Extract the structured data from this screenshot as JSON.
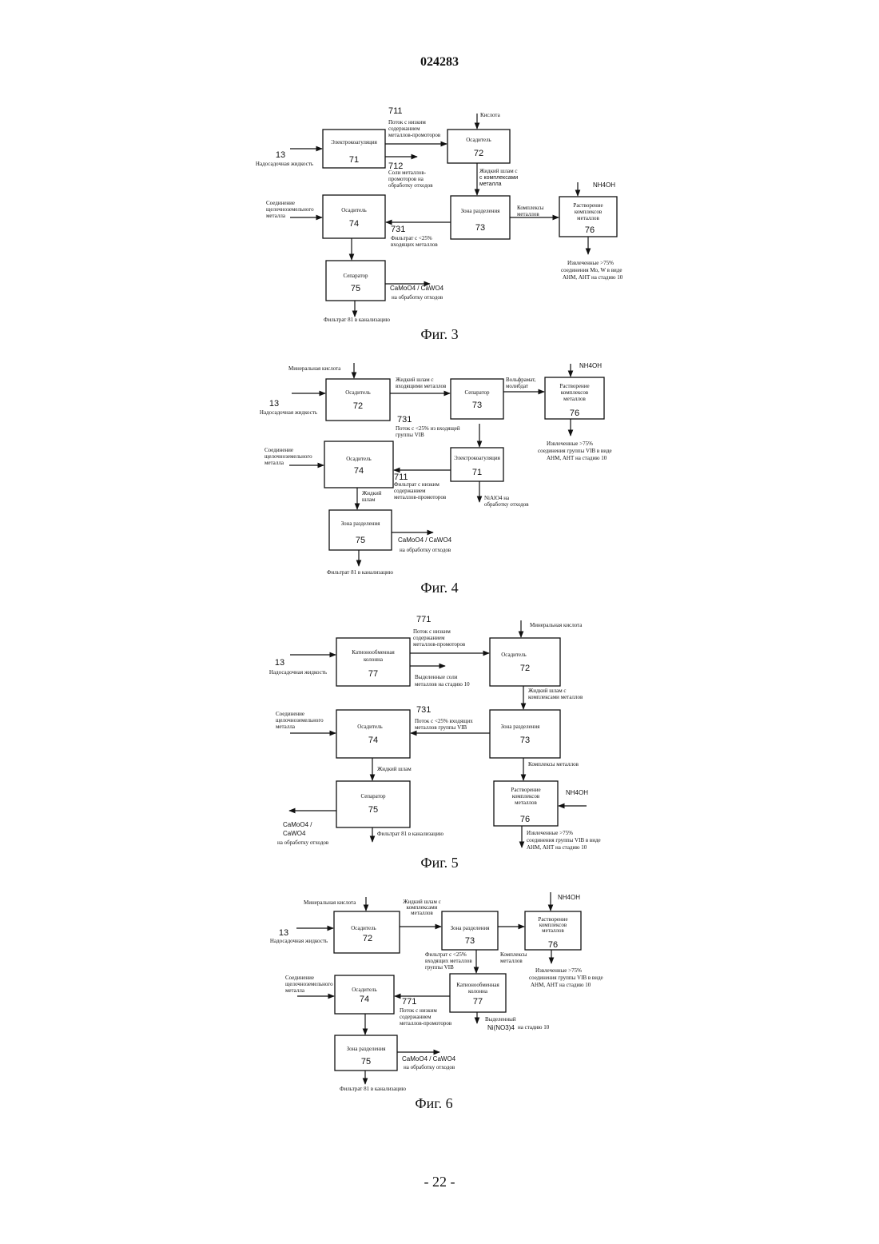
{
  "page": {
    "doc_number": "024283",
    "page_number": "- 22 -"
  },
  "fig3": {
    "caption": "Фиг. 3",
    "b71": {
      "label": "Электрокоагуляция",
      "num": "71"
    },
    "b72": {
      "label": "Осадитель",
      "num": "72"
    },
    "b73": {
      "label": "Зона разделения",
      "num": "73"
    },
    "b74": {
      "label": "Осадитель",
      "num": "74"
    },
    "b75": {
      "label": "Сепаратор",
      "num": "75"
    },
    "b76": {
      "l1": "Растворение",
      "l2": "комплексов",
      "l3": "металлов",
      "num": "76"
    },
    "in13_num": "13",
    "in13_label": "Надосадочная жидкость",
    "s711_num": "711",
    "s711_l1": "Поток с низким",
    "s711_l2": "содержанием",
    "s711_l3": "металлов-промоторов",
    "s712_num": "712",
    "s712_l1": "Соли металлов-",
    "s712_l2": "промоторов на",
    "s712_l3": "обработку отходов",
    "acid": "Кислота",
    "slurry_l1": "Жидкий шлам с",
    "slurry_l2": "с комплексами",
    "slurry_l3": "металла",
    "complex_l1": "Комплексы",
    "complex_l2": "металлов",
    "nh4oh": "NH4OH",
    "alk_l1": "Соединение",
    "alk_l2": "щелочноземельного",
    "alk_l3": "металла",
    "s731_num": "731",
    "s731_l1": "Фильтрат с <25%",
    "s731_l2": "входящих металлов",
    "rec_l1": "Извлеченные   >75%",
    "rec_l2": "соединения Mo, W в виде",
    "rec_l3": "АНМ, АНТ на стадию 10",
    "out_l1": "CaMoO4 / CaWO4",
    "out_l2": "на обработку отходов",
    "filtrate": "Фильтрат 81 в канализацию"
  },
  "fig4": {
    "caption": "Фиг. 4",
    "b72": {
      "label": "Осадитель",
      "num": "72"
    },
    "b73": {
      "label": "Сепаратор",
      "num": "73"
    },
    "b76": {
      "l1": "Растворение",
      "l2": "комплексов",
      "l3": "металлов",
      "num": "76"
    },
    "b74": {
      "label": "Осадитель",
      "num": "74"
    },
    "b71": {
      "label": "Электрокоагуляция",
      "num": "71"
    },
    "b75": {
      "label": "Зона разделения",
      "num": "75"
    },
    "acid": "Минеральная кислота",
    "in13_num": "13",
    "in13_label": "Надосадочная жидкость",
    "slurry_l1": "Жидкий шлам с",
    "slurry_l2": "входящими металлов",
    "tung_l1": "Вольфрамат,",
    "tung_l2": "молибдат",
    "nh4oh": "NH4OH",
    "s731_num": "731",
    "s731_l1": "Поток с <25% из входящей",
    "s731_l2": "группы VIB",
    "rec_l1": "Извлеченные   >75%",
    "rec_l2": "соединения группы VIB в виде",
    "rec_l3": "АНМ, АНТ  на стадию 10",
    "alk_l1": "Соединение",
    "alk_l2": "щелочноземельного",
    "alk_l3": "металла",
    "s711_num": "711",
    "s711_l1": "Фильтрат с низким",
    "s711_l2": "содержанием",
    "s711_l3": "металлов-промоторов",
    "slurry2_l1": "Жидкий",
    "slurry2_l2": "шлам",
    "nialo_l1": "NiAlO4  на",
    "nialo_l2": "обработку отходов",
    "out_l1": "CaMoO4 / CaWO4",
    "out_l2": "на обработку отходов",
    "filtrate": "Фильтрат 81 в канализацию"
  },
  "fig5": {
    "caption": "Фиг. 5",
    "b77": {
      "l1": "Катионообменная",
      "l2": "колонна",
      "num": "77"
    },
    "b72": {
      "label": "Осадитель",
      "num": "72"
    },
    "b74": {
      "label": "Осадитель",
      "num": "74"
    },
    "b73": {
      "label": "Зона разделения",
      "num": "73"
    },
    "b75": {
      "label": "Сепаратор",
      "num": "75"
    },
    "b76": {
      "l1": "Растворение",
      "l2": "комплексов",
      "l3": "металлов",
      "num": "76"
    },
    "s771_num": "771",
    "s771_l1": "Поток с низким",
    "s771_l2": "содержанием",
    "s771_l3": "металлов-промоторов",
    "salts_l1": "Выделенные соли",
    "salts_l2": "металлов на стадию 10",
    "acid": "Минеральная кислота",
    "in13_num": "13",
    "in13_label": "Надосадочная жидкость",
    "slurry_l1": "Жидкий шлам с",
    "slurry_l2": "комплексами металлов",
    "alk_l1": "Соединение",
    "alk_l2": "щелочноземельного",
    "alk_l3": "металла",
    "s731_num": "731",
    "s731_l1": "Поток с <25% входящих",
    "s731_l2": "металлов группы VIB",
    "slurry2": "Жидкий шлам",
    "complex": "Комплексы металлов",
    "nh4oh": "NH4OH",
    "out_l1": "CaMoO4 /",
    "out_l2": "CaWO4",
    "out_l3": "на обработку отходов",
    "filtrate": "Фильтрат 81 в канализацию",
    "rec_l1": "Извлеченные   >75%",
    "rec_l2": "соединения группы VIB в виде",
    "rec_l3": "АНМ, АНТ на стадию  10"
  },
  "fig6": {
    "caption": "Фиг. 6",
    "b72": {
      "label": "Осадитель",
      "num": "72"
    },
    "b73": {
      "label": "Зона разделения",
      "num": "73"
    },
    "b76": {
      "l1": "Растворение",
      "l2": "комплексов",
      "l3": "металлов",
      "num": "76"
    },
    "b74": {
      "label": "Осадитель",
      "num": "74"
    },
    "b77": {
      "l1": "Катионообменная",
      "l2": "колонна",
      "num": "77"
    },
    "b75": {
      "label": "Зона разделения",
      "num": "75"
    },
    "acid": "Минеральная кислота",
    "in13_num": "13",
    "in13_label": "Надосадочная жидкость",
    "slurry_l1": "Жидкий шлам с",
    "slurry_l2": "комплексами",
    "slurry_l3": "металлов",
    "nh4oh": "NH4OH",
    "filt_l1": "Фильтрат с <25%",
    "filt_l2": "входящих металлов",
    "filt_l3": "группы VIB",
    "complex_l1": "Комплексы",
    "complex_l2": "металлов",
    "rec_l1": "Извлеченные   >75%",
    "rec_l2": "соединения группы VIB в виде",
    "rec_l3": "АНМ, АНТ на стадию  10",
    "alk_l1": "Соединение",
    "alk_l2": "щелочноземельного",
    "alk_l3": "металла",
    "s771_num": "771",
    "s771_l1": "Поток с низким",
    "s771_l2": "содержанием",
    "s771_l3": "металлов-промоторов",
    "ni_l1": "Выделенный",
    "ni_l2": "Ni(NO3)4",
    "ni_l3": "на стадию  10",
    "out_l1": "CaMoO4 / CaWO4",
    "out_l2": "на обработку отходов",
    "filtrate": "Фильтрат 81 в канализацию"
  }
}
